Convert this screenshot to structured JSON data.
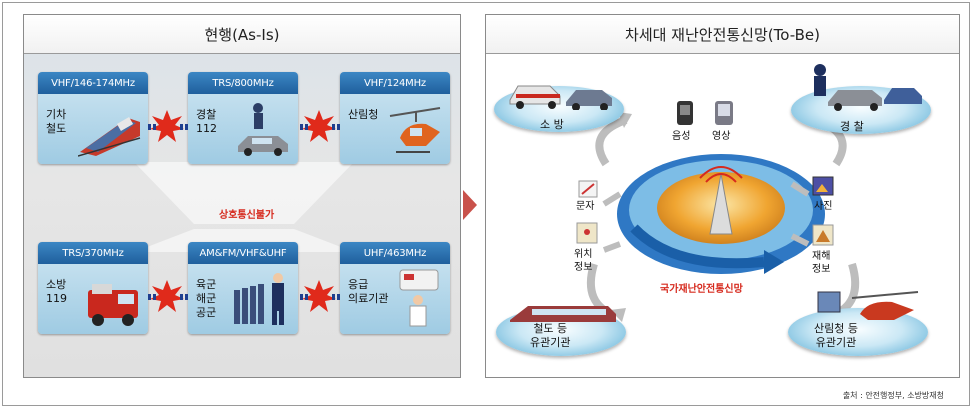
{
  "left_panel": {
    "title": "현행(As-Is)",
    "center_text": "상호통신불가",
    "cards": [
      {
        "band": "VHF/146-174MHz",
        "label": "기차\n철도"
      },
      {
        "band": "TRS/800MHz",
        "label": "경찰\n112"
      },
      {
        "band": "VHF/124MHz",
        "label": "산림청"
      },
      {
        "band": "TRS/370MHz",
        "label": "소방\n119"
      },
      {
        "band": "AM&FM/VHF&UHF",
        "label": "육군\n해군\n공군"
      },
      {
        "band": "UHF/463MHz",
        "label": "응급\n의료기관"
      }
    ]
  },
  "right_panel": {
    "title": "차세대 재난안전통신망(To-Be)",
    "center_text": "국가재난안전통신망",
    "nodes": [
      {
        "label": "소 방"
      },
      {
        "label": "경 찰"
      },
      {
        "label": "철도 등\n유관기관"
      },
      {
        "label": "산림청 등\n유관기관"
      }
    ],
    "services": [
      {
        "label": "음성"
      },
      {
        "label": "영상"
      },
      {
        "label": "문자"
      },
      {
        "label": "위치\n정보"
      },
      {
        "label": "사진"
      },
      {
        "label": "재해\n정보"
      }
    ]
  },
  "source": "출처 : 안전행정부, 소방방재청",
  "colors": {
    "accent_red": "#d62a1e",
    "card_head": "#2a6fae",
    "arrow": "#c9524b"
  }
}
